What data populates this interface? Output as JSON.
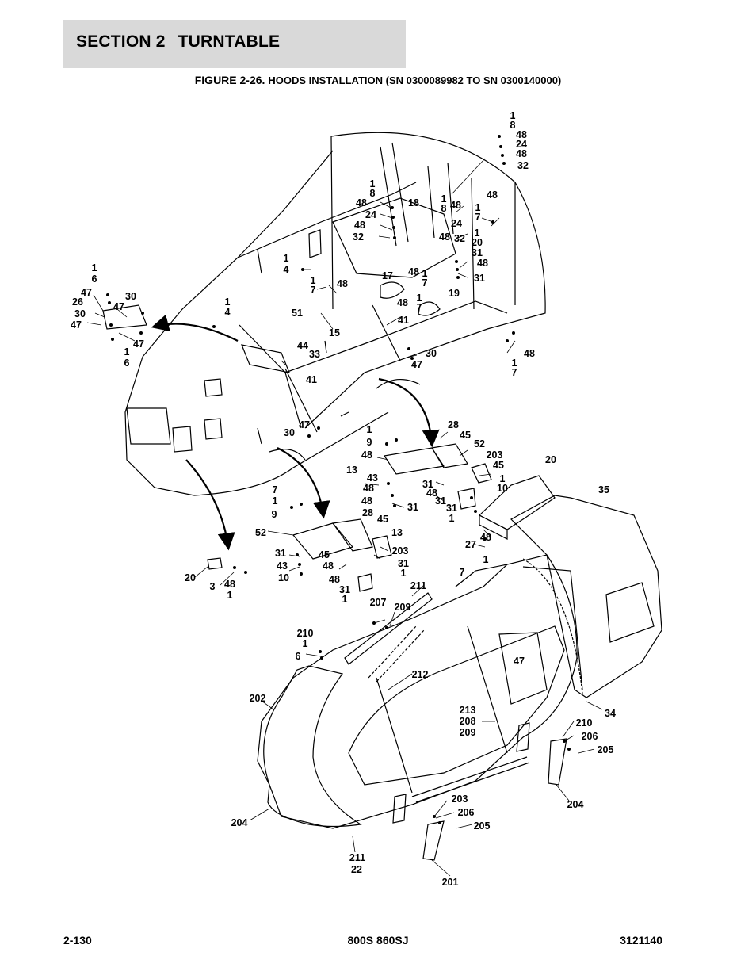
{
  "header": {
    "section_label": "SECTION 2",
    "section_name": "TURNTABLE"
  },
  "figure": {
    "number": "FIGURE 2-26.",
    "title": "HOODS INSTALLATION (SN 0300089982 TO SN 0300140000)"
  },
  "callouts": [
    "1",
    "8",
    "48",
    "24",
    "48",
    "32",
    "1",
    "8",
    "48",
    "24",
    "48",
    "32",
    "18",
    "1",
    "8",
    "48",
    "48",
    "1",
    "7",
    "24",
    "48",
    "32",
    "1",
    "20",
    "31",
    "48",
    "31",
    "19",
    "1",
    "4",
    "1",
    "7",
    "48",
    "17",
    "48",
    "1",
    "7",
    "48",
    "1",
    "7",
    "51",
    "41",
    "15",
    "1",
    "4",
    "44",
    "33",
    "41",
    "30",
    "47",
    "1",
    "7",
    "48",
    "1",
    "6",
    "47",
    "26",
    "47",
    "30",
    "30",
    "47",
    "47",
    "1",
    "6",
    "47",
    "30",
    "28",
    "45",
    "52",
    "203",
    "45",
    "1",
    "10",
    "1",
    "9",
    "48",
    "13",
    "43",
    "48",
    "31",
    "31",
    "48",
    "31",
    "31",
    "1",
    "20",
    "35",
    "27",
    "48",
    "1",
    "7",
    "1",
    "9",
    "48",
    "28",
    "45",
    "52",
    "13",
    "203",
    "45",
    "31",
    "43",
    "48",
    "31",
    "1",
    "10",
    "48",
    "31",
    "1",
    "20",
    "3",
    "48",
    "1",
    "7",
    "211",
    "207",
    "209",
    "210",
    "1",
    "6",
    "47",
    "212",
    "202",
    "34",
    "213",
    "208",
    "209",
    "210",
    "206",
    "205",
    "204",
    "203",
    "206",
    "205",
    "204",
    "211",
    "22",
    "201",
    "203"
  ],
  "footer": {
    "page": "2-130",
    "model": "800S 860SJ",
    "doc_number": "3121140"
  }
}
